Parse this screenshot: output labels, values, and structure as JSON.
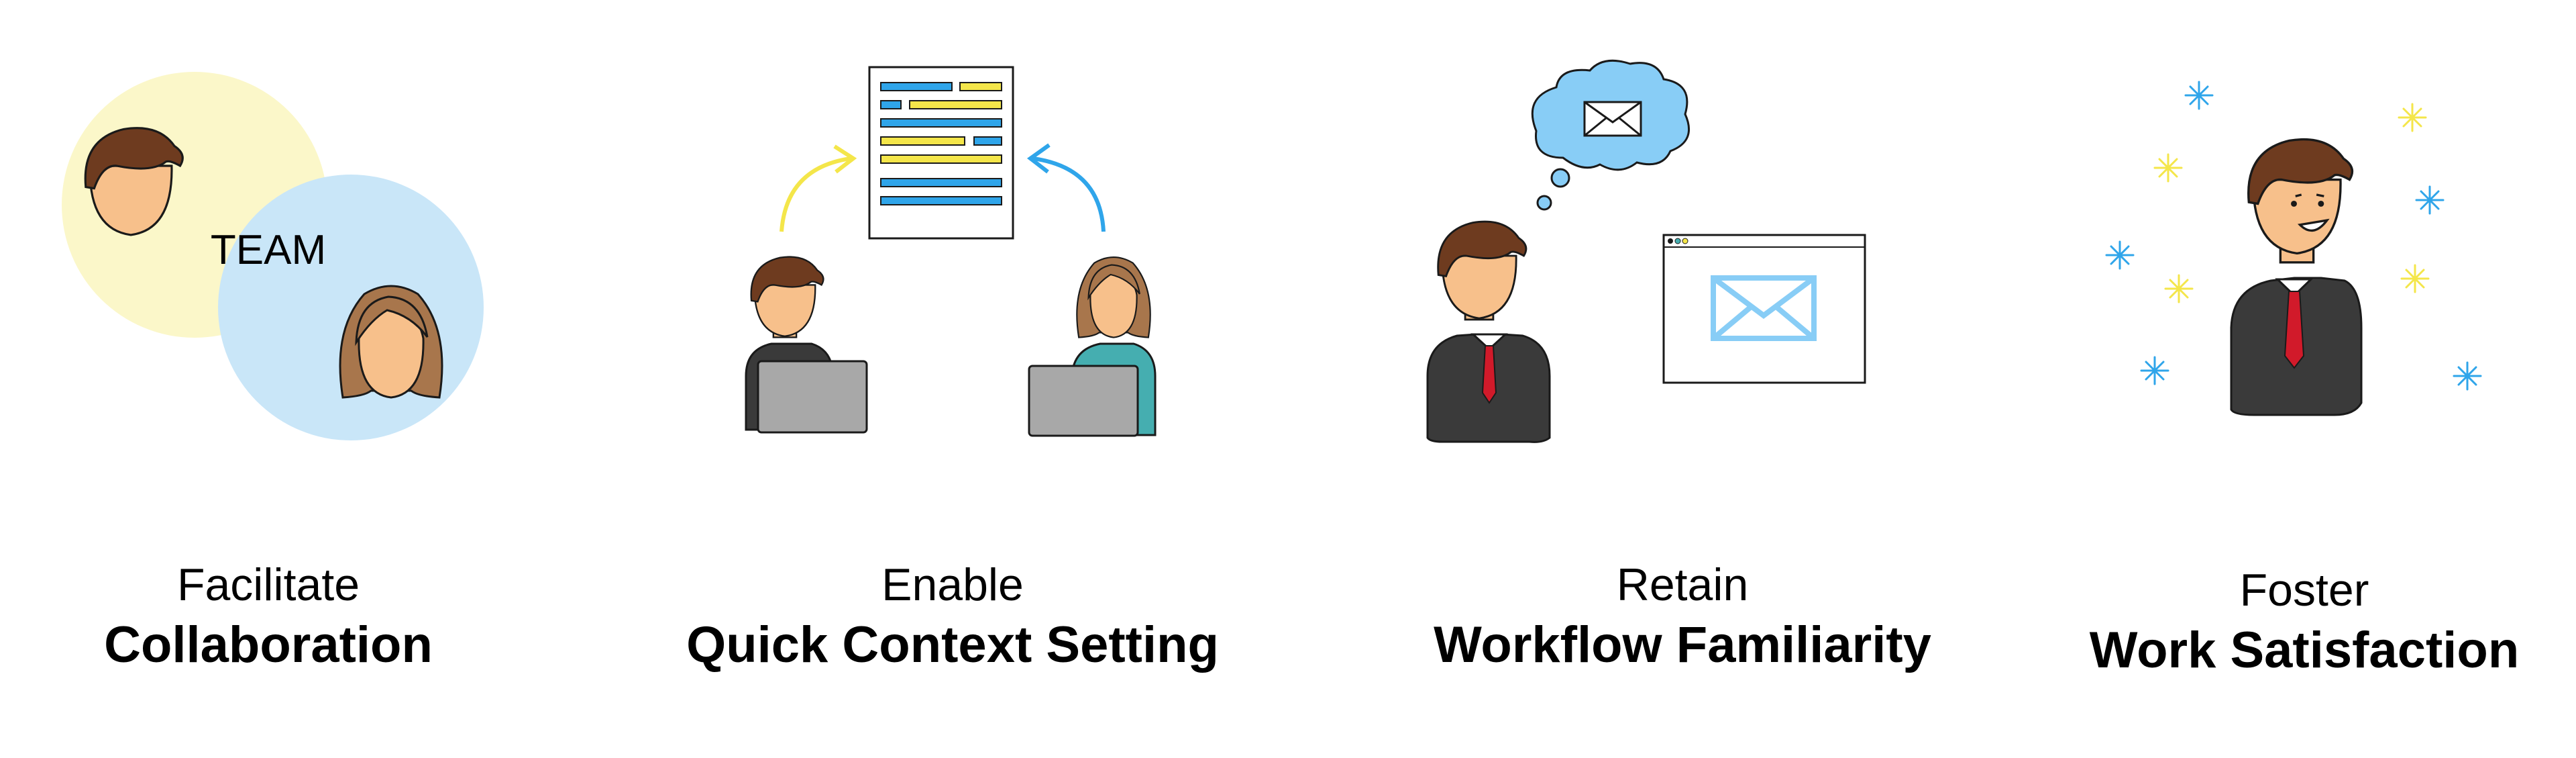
{
  "panels": [
    {
      "id": "collaboration",
      "verb": "Facilitate",
      "noun": "Collaboration",
      "label": "TEAM",
      "colors": {
        "circle_left": "#fbf7c9",
        "circle_right": "#c9e6f8",
        "overlap": "#e4ecd0"
      }
    },
    {
      "id": "context",
      "verb": "Enable",
      "noun": "Quick Context Setting",
      "colors": {
        "arrow_left": "#f4e64a",
        "arrow_right": "#2fa5ea",
        "bar_blue": "#2fa5ea",
        "bar_yellow": "#f4e64a"
      }
    },
    {
      "id": "workflow",
      "verb": "Retain",
      "noun": "Workflow Familiarity",
      "colors": {
        "bubble": "#88cdf6",
        "envelope": "#88cdf6"
      }
    },
    {
      "id": "satisfaction",
      "verb": "Foster",
      "noun": "Work Satisfaction",
      "colors": {
        "sparkle_blue": "#2fa5ea",
        "sparkle_yellow": "#f4e64a"
      }
    }
  ],
  "palette": {
    "skin": "#f7c08b",
    "hair_male": "#6e3b1f",
    "hair_female": "#a8764c",
    "suit": "#3a3a3a",
    "tie": "#d11a2a",
    "laptop": "#a8a8a8",
    "shirt_teal": "#45aeb0",
    "outline": "#1a1a1a"
  }
}
